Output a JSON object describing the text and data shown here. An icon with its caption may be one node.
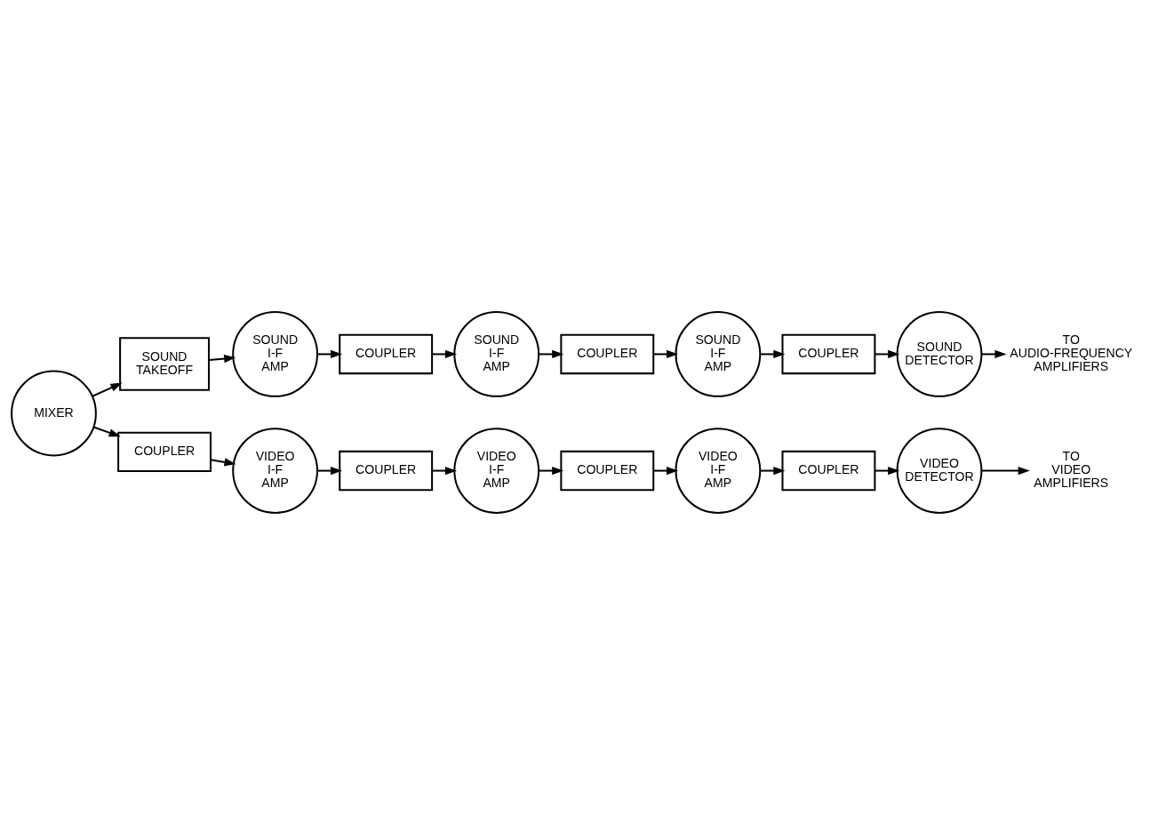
{
  "diagram": {
    "nodes": [
      {
        "text": [
          "MIXER"
        ]
      },
      {
        "text": [
          "SOUND TAKEOFF"
        ]
      },
      {
        "text": [
          "SOUND I-F AMP"
        ]
      },
      {
        "text": [
          "COUPLER"
        ]
      },
      {
        "text": [
          "SOUND I-F AMP"
        ]
      },
      {
        "text": [
          "COUPLER"
        ]
      },
      {
        "text": [
          "SOUND I-F AMP"
        ]
      },
      {
        "text": [
          "COUPLER"
        ]
      },
      {
        "text": [
          "SOUND DETECTOR"
        ]
      },
      {
        "text": [
          "TO AUDIO-FREQUENCY AMPLIFIERS"
        ]
      },
      {
        "text": [
          "COUPLER"
        ]
      },
      {
        "text": [
          "VIDEO I-F AMP"
        ]
      },
      {
        "text": [
          "COUPLER"
        ]
      },
      {
        "text": [
          "VIDEO I-F AMP"
        ]
      },
      {
        "text": [
          "COUPLER"
        ]
      },
      {
        "text": [
          "VIDEO I-F AMP"
        ]
      },
      {
        "text": [
          "COUPLER"
        ]
      },
      {
        "text": [
          "VIDEO DETECTOR"
        ]
      },
      {
        "text": [
          "TO VIDEO AMPLIFIERS"
        ]
      }
    ],
    "edges": [
      {
        "from": 0,
        "to": 1,
        "arrow": "to"
      },
      {
        "from": 0,
        "to": 10,
        "arrow": "to"
      },
      {
        "from": 1,
        "to": 2,
        "arrow": "to"
      },
      {
        "from": 2,
        "to": 3,
        "arrow": "to"
      },
      {
        "from": 3,
        "to": 4,
        "arrow": "to"
      },
      {
        "from": 4,
        "to": 5,
        "arrow": "to"
      },
      {
        "from": 5,
        "to": 6,
        "arrow": "to"
      },
      {
        "from": 6,
        "to": 7,
        "arrow": "to"
      },
      {
        "from": 7,
        "to": 8,
        "arrow": "to"
      },
      {
        "from": 8,
        "to": 9,
        "arrow": "to"
      },
      {
        "from": 10,
        "to": 11,
        "arrow": "to"
      },
      {
        "from": 11,
        "to": 12,
        "arrow": "to"
      },
      {
        "from": 12,
        "to": 13,
        "arrow": "to"
      },
      {
        "from": 13,
        "to": 14,
        "arrow": "to"
      },
      {
        "from": 14,
        "to": 15,
        "arrow": "to"
      },
      {
        "from": 15,
        "to": 16,
        "arrow": "to"
      },
      {
        "from": 16,
        "to": 17,
        "arrow": "to"
      },
      {
        "from": 17,
        "to": 18,
        "arrow": "to"
      }
    ]
  }
}
